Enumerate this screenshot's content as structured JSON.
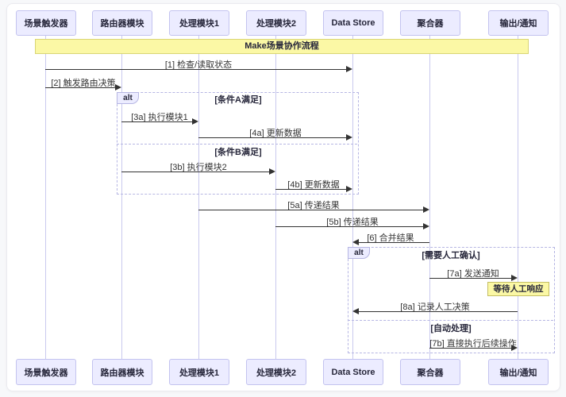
{
  "colors": {
    "bg": "#f7f8fa",
    "card_bg": "#ffffff",
    "card_border": "#ebebf0",
    "participant_fill": "#ececff",
    "participant_border": "#c3c3ef",
    "lifeline": "#c9c9ee",
    "frame_border": "#b6b6e3",
    "arrow": "#333333",
    "banner_fill": "#fbf8a5",
    "banner_border": "#d9d575",
    "note_fill": "#fbf8a5",
    "note_border": "#c3bd64",
    "text": "#26263a"
  },
  "banner": {
    "text": "Make场景协作流程"
  },
  "participants": [
    {
      "label": "场景触发器"
    },
    {
      "label": "路由器模块"
    },
    {
      "label": "处理模块1"
    },
    {
      "label": "处理模块2"
    },
    {
      "label": "Data Store"
    },
    {
      "label": "聚合器"
    },
    {
      "label": "输出/通知"
    }
  ],
  "messages": [
    {
      "text": "[1] 检查/读取状态"
    },
    {
      "text": "[2] 触发路由决策"
    },
    {
      "text": "[3a] 执行模块1"
    },
    {
      "text": "[4a] 更新数据"
    },
    {
      "text": "[3b] 执行模块2"
    },
    {
      "text": "[4b] 更新数据"
    },
    {
      "text": "[5a] 传递结果"
    },
    {
      "text": "[5b] 传递结果"
    },
    {
      "text": "[6] 合并结果"
    },
    {
      "text": "[7a] 发送通知"
    },
    {
      "text": "[8a] 记录人工决策"
    },
    {
      "text": "[7b] 直接执行后续操作"
    }
  ],
  "frames": [
    {
      "label": "alt",
      "sections": [
        "[条件A满足]",
        "[条件B满足]"
      ]
    },
    {
      "label": "alt",
      "sections": [
        "[需要人工确认]",
        "[自动处理]"
      ]
    }
  ],
  "note": {
    "text": "等待人工响应"
  }
}
